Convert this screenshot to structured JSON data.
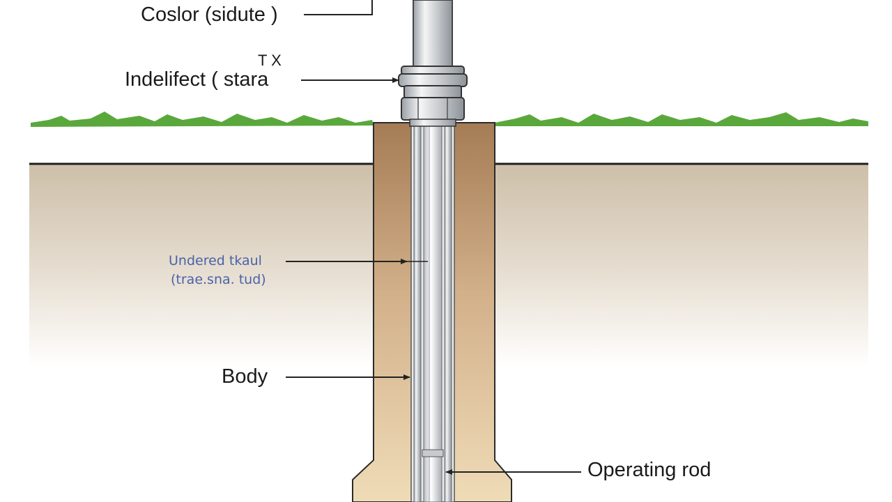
{
  "labels": {
    "top_callout": "Coslor (sidute )",
    "marker": "T X",
    "second_callout": "Indelifect ( stara",
    "inner_callout_line1": "Undered tkaul",
    "inner_callout_line2": "(trae.sna. tud)",
    "body_callout": "Body",
    "rod_callout": "Operating rod"
  },
  "colors": {
    "grass": "#5aa83c",
    "ground_line": "#1f1f1f",
    "soil_top": "#cdbfa9",
    "soil_bottom": "#ffffff",
    "casing_top": "#a57c55",
    "casing_bottom": "#efdcb7",
    "pipe_metal": "#d5d8db",
    "label_blue": "#4a62a8"
  }
}
